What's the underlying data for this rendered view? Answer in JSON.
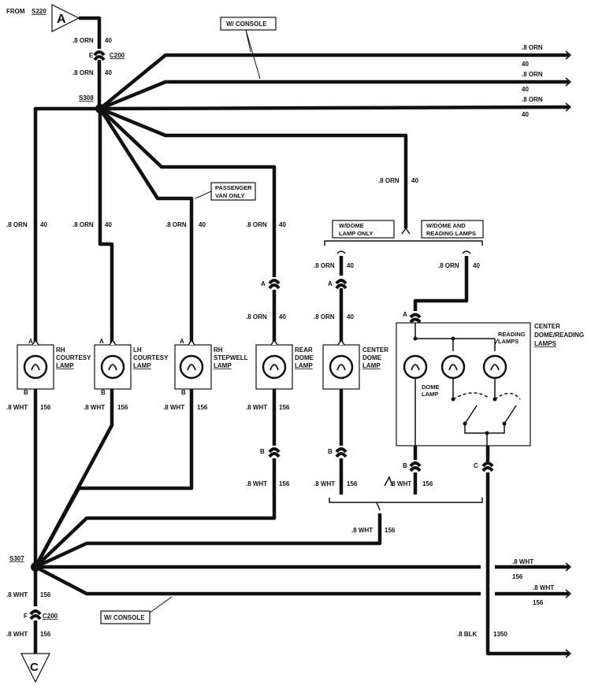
{
  "top_connector": {
    "from_label": "FROM",
    "from_ref": "S220",
    "letter": "A"
  },
  "bottom_connector": {
    "letter": "C"
  },
  "splices": {
    "upper": "S308",
    "lower": "S307"
  },
  "c200_upper": {
    "pin": "E",
    "name": "C200"
  },
  "c200_lower": {
    "pin": "F",
    "name": "C200"
  },
  "wire_orn": {
    "size_color": ".8 ORN",
    "circuit": "40"
  },
  "wire_wht": {
    "size_color": ".8 WHT",
    "circuit": "156"
  },
  "wire_blk": {
    "size_color": ".8 BLK",
    "circuit": "1350"
  },
  "notes": {
    "console_top": "W/ CONSOLE",
    "console_bottom": "W/ CONSOLE",
    "passenger_van": [
      "PASSENGER",
      "VAN ONLY"
    ],
    "dome_only": [
      "W/DOME",
      "LAMP ONLY"
    ],
    "dome_reading": [
      "W/DOME AND",
      "READING LAMPS"
    ]
  },
  "lamps": {
    "rh_courtesy": [
      "RH",
      "COURTESY",
      "LAMP"
    ],
    "lh_courtesy": [
      "LH",
      "COURTESY",
      "LAMP"
    ],
    "rh_stepwell": [
      "RH",
      "STEPWELL",
      "LAMP"
    ],
    "rear_dome": [
      "REAR",
      "DOME",
      "LAMP"
    ],
    "center_dome": [
      "CENTER",
      "DOME",
      "LAMP"
    ],
    "center_dome_reading": [
      "CENTER",
      "DOME/READING",
      "LAMPS"
    ],
    "reading_lamps": [
      "READING",
      "LAMPS"
    ],
    "dome_lamp": [
      "DOME",
      "LAMP"
    ]
  },
  "pins": {
    "a": "A",
    "b": "B",
    "c": "C"
  }
}
